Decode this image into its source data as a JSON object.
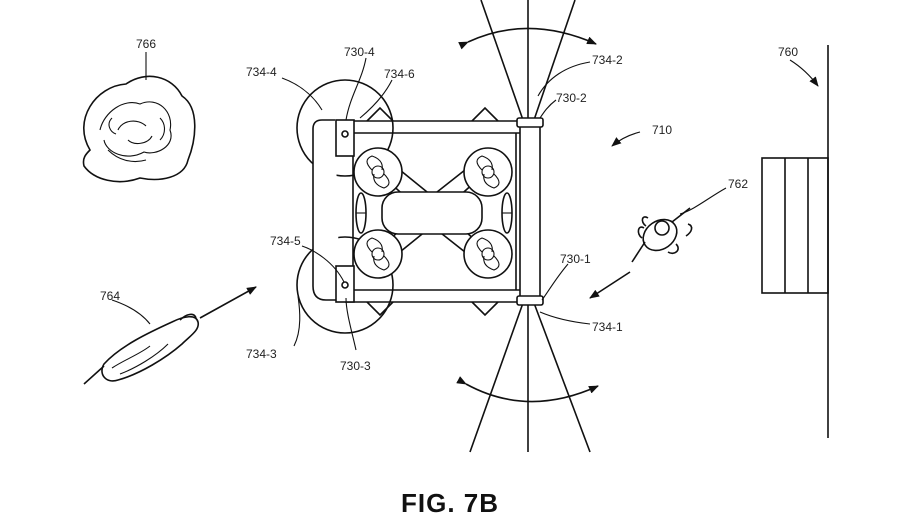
{
  "labels": {
    "l766": "766",
    "l760": "760",
    "l710": "710",
    "l762": "762",
    "l764": "764",
    "l730_4": "730-4",
    "l734_4": "734-4",
    "l734_6": "734-6",
    "l734_2": "734-2",
    "l730_2": "730-2",
    "l734_5": "734-5",
    "l734_3": "734-3",
    "l730_3": "730-3",
    "l730_1": "730-1",
    "l734_1": "734-1"
  },
  "figure_title": "FIG. 7B"
}
